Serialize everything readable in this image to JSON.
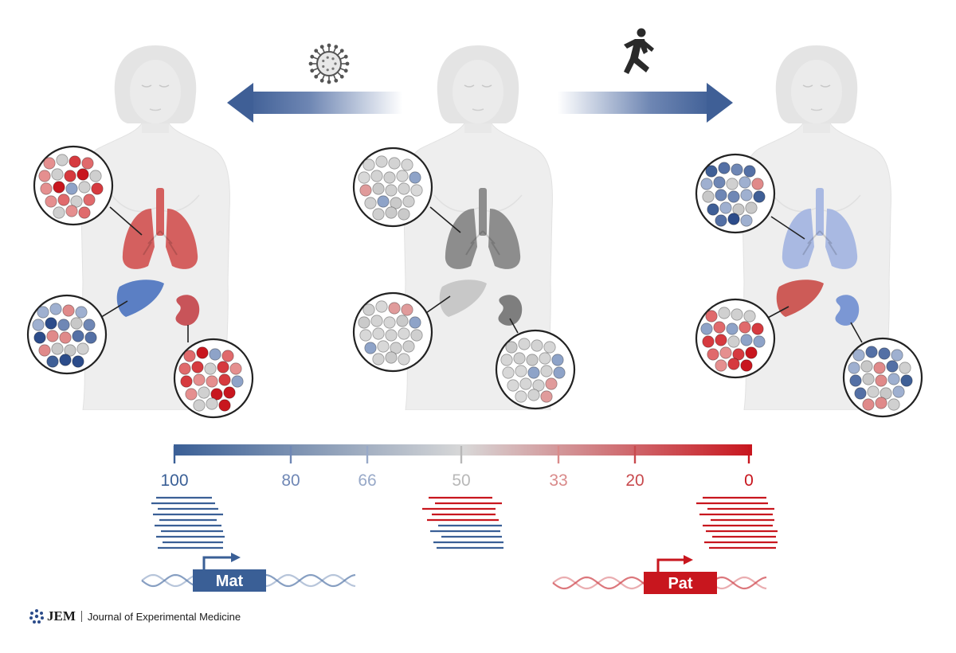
{
  "scale": {
    "ticks": [
      "100",
      "80",
      "66",
      "50",
      "33",
      "20",
      "0"
    ],
    "colors": {
      "maternal": "#3a5f96",
      "neutral": "#d8d8d8",
      "paternal": "#c8161e"
    }
  },
  "genes": {
    "maternal_label": "Mat",
    "paternal_label": "Pat"
  },
  "stimuli": {
    "left": "virus-icon",
    "right": "runner-icon"
  },
  "footer": {
    "logo": "JEM",
    "journal": "Journal of Experimental Medicine"
  },
  "figures": [
    {
      "state": "infection",
      "lung": "#d4605f",
      "liver": "#5b7fc4",
      "kidney": "#c85459",
      "cells": {
        "lung": "red",
        "liver": "blue",
        "kidney": "red"
      }
    },
    {
      "state": "baseline",
      "lung": "#8d8d8d",
      "liver": "#c8c8c8",
      "kidney": "#7e7e7e",
      "cells": {
        "lung": "grey",
        "liver": "grey",
        "kidney": "grey"
      }
    },
    {
      "state": "exercise",
      "lung": "#a9b9e2",
      "liver": "#cd5b57",
      "kidney": "#7b97d4",
      "cells": {
        "lung": "blue",
        "liver": "red",
        "kidney": "blue"
      }
    }
  ]
}
